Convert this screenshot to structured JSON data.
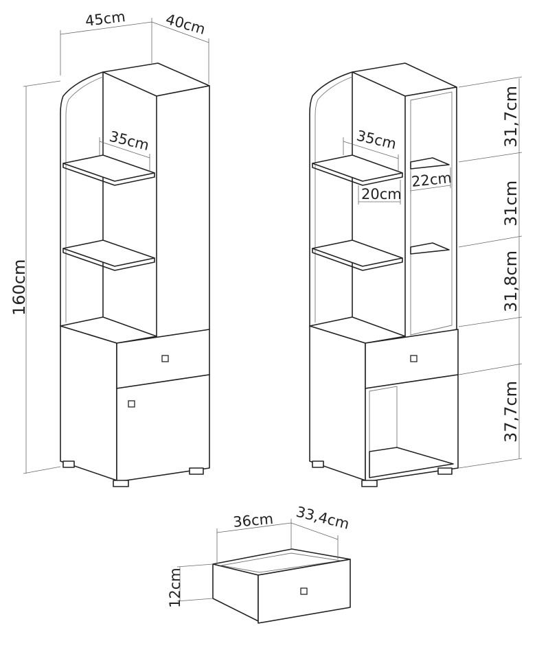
{
  "left_unit": {
    "width_label": "45cm",
    "depth_label": "40cm",
    "height_label": "160cm",
    "shelf_depth_label": "35cm"
  },
  "right_unit": {
    "shelf_depth_label": "35cm",
    "inner_depth_label": "20cm",
    "side_shelf_label": "22cm",
    "compartments": [
      "31,7cm",
      "31cm",
      "31,8cm",
      "37,7cm"
    ]
  },
  "drawer": {
    "width_label": "36cm",
    "depth_label": "33,4cm",
    "height_label": "12cm"
  }
}
